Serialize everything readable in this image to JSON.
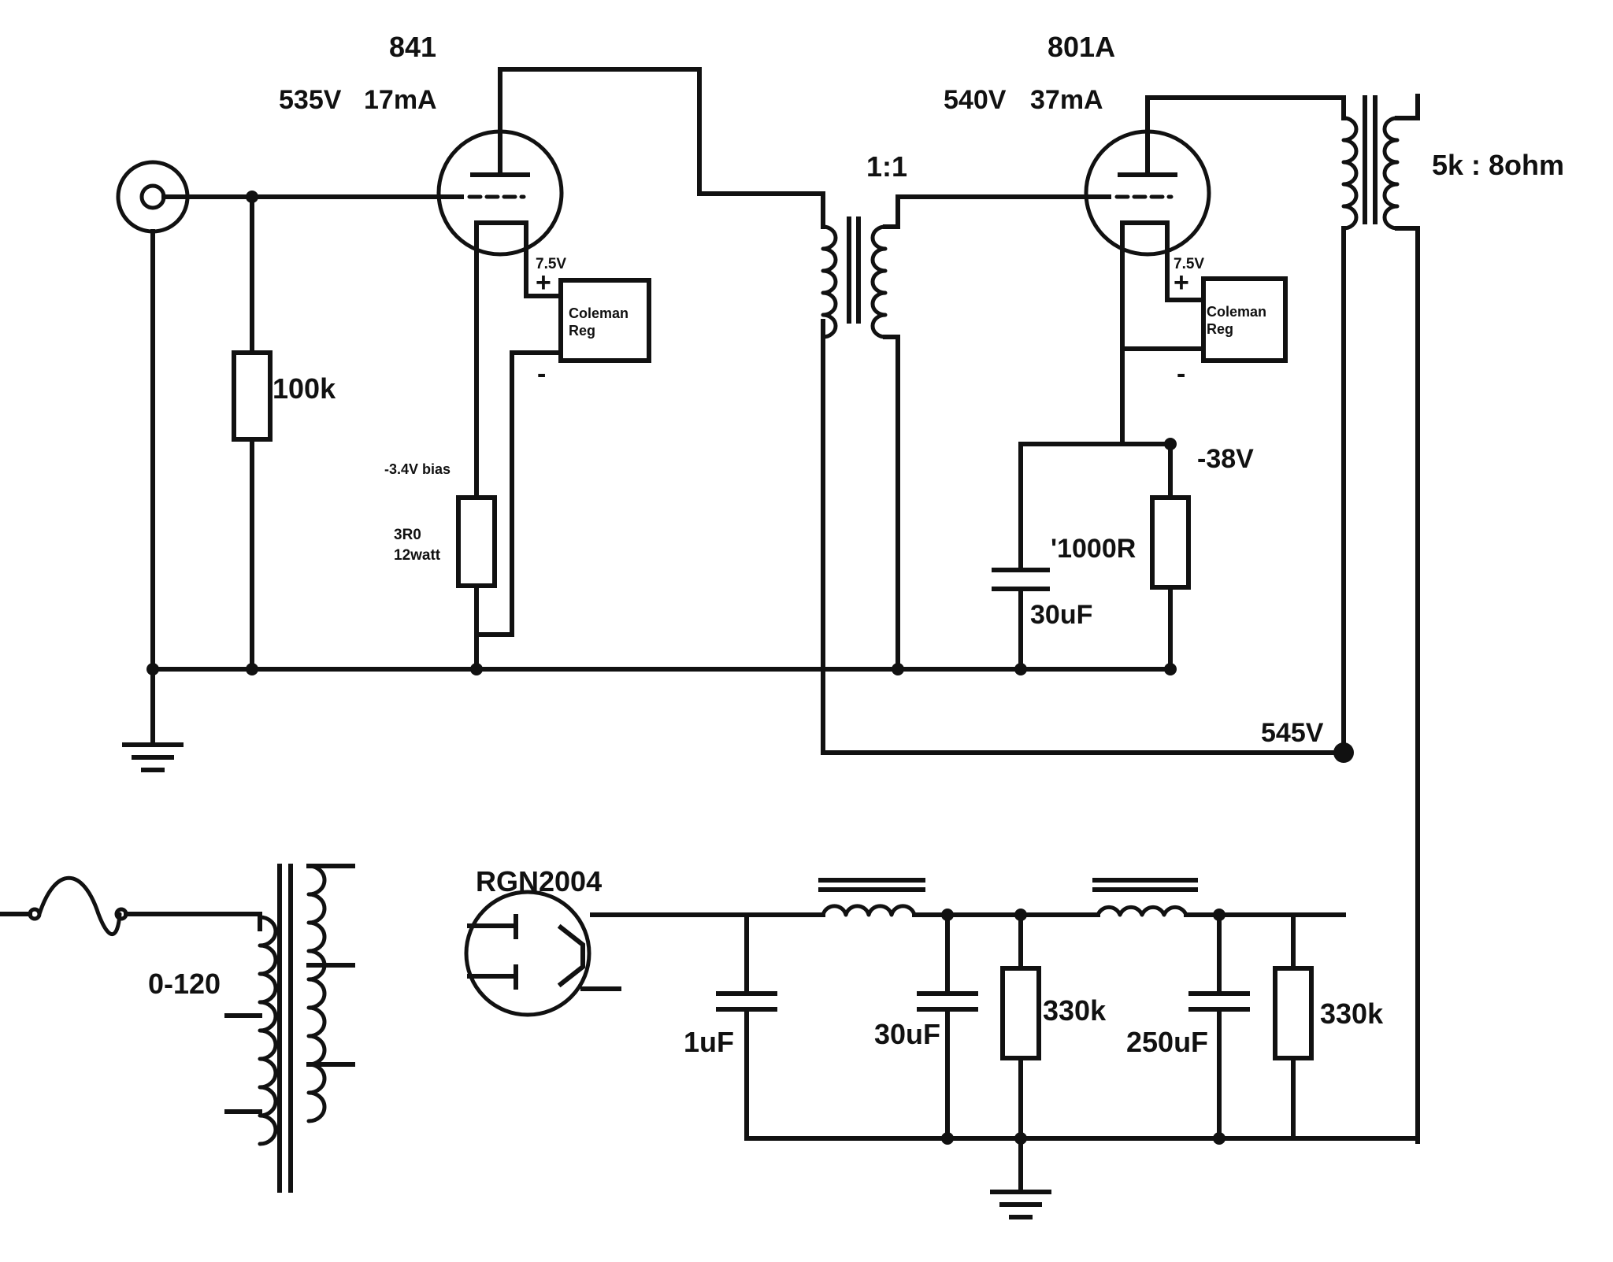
{
  "labels": {
    "tube1_name": "841",
    "tube1_voltage": "535V",
    "tube1_current": "17mA",
    "tube2_name": "801A",
    "tube2_voltage": "540V",
    "tube2_current": "37mA",
    "interstage_ratio": "1:1",
    "output_transformer": "5k : 8ohm",
    "grid_resistor": "100k",
    "bias1": "-3.4V bias",
    "cathode_resistor1": "3R0",
    "cathode_resistor1_power": "12watt",
    "reg1_plus": "+",
    "reg1_minus": "-",
    "reg1_voltage": "7.5V",
    "reg1_name_line1": "Coleman",
    "reg1_name_line2": "Reg",
    "reg2_plus": "+",
    "reg2_minus": "-",
    "reg2_voltage": "7.5V",
    "reg2_name_line1": "Coleman",
    "reg2_name_line2": "Reg",
    "bias2": "-38V",
    "cathode_resistor2": "'1000R",
    "cathode_cap2": "30uF",
    "b_plus": "545V",
    "mains_transformer": "0-120",
    "rectifier": "RGN2004",
    "cap_1": "1uF",
    "cap_2": "30uF",
    "res_bleed1": "330k",
    "cap_3": "250uF",
    "res_bleed2": "330k"
  },
  "colors": {
    "ink": "#111111",
    "paper": "#ffffff"
  }
}
